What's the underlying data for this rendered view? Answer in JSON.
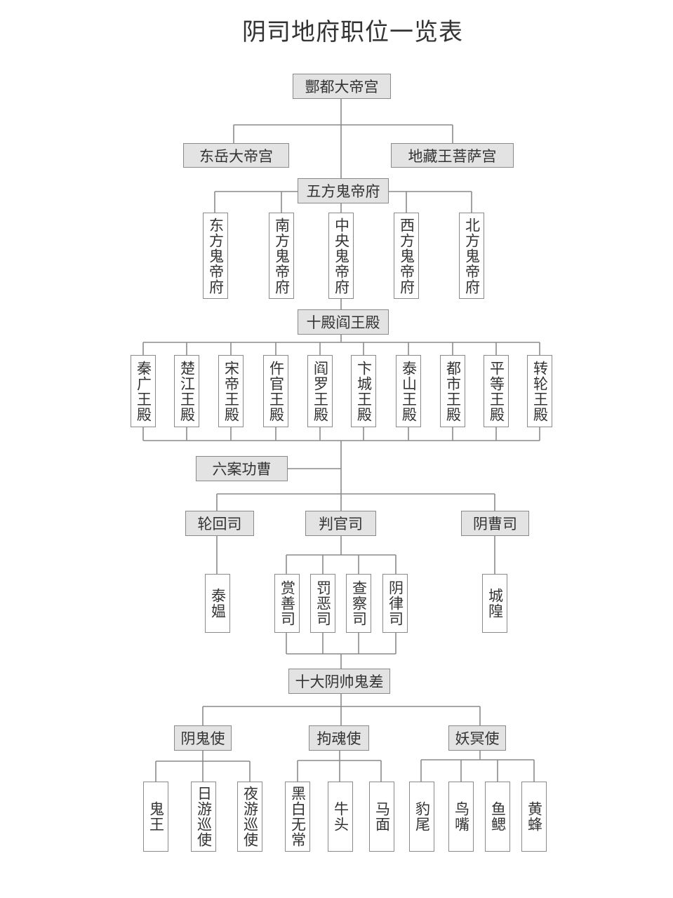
{
  "title": "阴司地府职位一览表",
  "colors": {
    "line": "#8a8a8a",
    "header_fill": "#e3e3e3",
    "leaf_fill": "#ffffff",
    "text": "#333333"
  },
  "nodes": {
    "root": "酆都大帝宫",
    "dongyue": "东岳大帝宫",
    "dizang": "地藏王菩萨宫",
    "wufang": "五方鬼帝府",
    "wufang_children": [
      "东方鬼帝府",
      "南方鬼帝府",
      "中央鬼帝府",
      "西方鬼帝府",
      "北方鬼帝府"
    ],
    "shidian": "十殿阎王殿",
    "shidian_children": [
      "秦广王殿",
      "楚江王殿",
      "宋帝王殿",
      "仵官王殿",
      "阎罗王殿",
      "卞城王殿",
      "泰山王殿",
      "都市王殿",
      "平等王殿",
      "转轮王殿"
    ],
    "liuan": "六案功曹",
    "lunhui": "轮回司",
    "panguan": "判官司",
    "yincao": "阴曹司",
    "lunhui_children": [
      "泰媪"
    ],
    "panguan_children": [
      "赏善司",
      "罚恶司",
      "查察司",
      "阴律司"
    ],
    "yincao_children": [
      "城隍"
    ],
    "shida": "十大阴帅鬼差",
    "yingui": "阴鬼使",
    "gouhun": "拘魂使",
    "yaoming": "妖冥使",
    "yingui_children": [
      "鬼王",
      "日游巡使",
      "夜游巡使"
    ],
    "gouhun_children": [
      "黑白无常",
      "牛头",
      "马面"
    ],
    "yaoming_children": [
      "豹尾",
      "鸟嘴",
      "鱼鳃",
      "黄蜂"
    ]
  }
}
